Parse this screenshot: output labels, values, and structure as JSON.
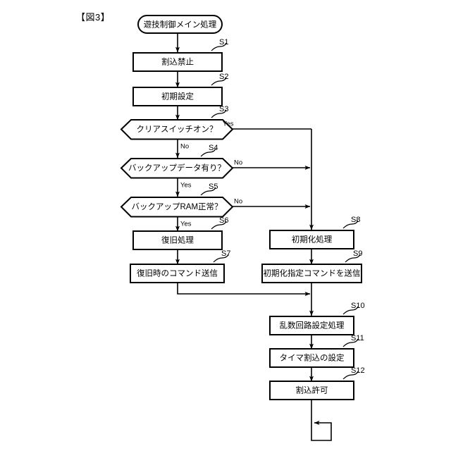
{
  "figure": {
    "title": "【図3】",
    "type": "flowchart",
    "language": "ja"
  },
  "nodes": {
    "start": {
      "label": "遊技制御メイン処理",
      "shape": "stadium",
      "step": ""
    },
    "s1": {
      "label": "割込禁止",
      "shape": "process",
      "step": "S1"
    },
    "s2": {
      "label": "初期設定",
      "shape": "process",
      "step": "S2"
    },
    "s3": {
      "label": "クリアスイッチオン？",
      "shape": "decision",
      "step": "S3"
    },
    "s4": {
      "label": "バックアップデータ有り？",
      "shape": "decision",
      "step": "S4"
    },
    "s5": {
      "label": "バックアップRAM正常？",
      "shape": "decision",
      "step": "S5"
    },
    "s6": {
      "label": "復旧処理",
      "shape": "process",
      "step": "S6"
    },
    "s7": {
      "label": "復旧時のコマンド送信",
      "shape": "process",
      "step": "S7"
    },
    "s8": {
      "label": "初期化処理",
      "shape": "process",
      "step": "S8"
    },
    "s9": {
      "label": "初期化指定コマンドを送信",
      "shape": "process",
      "step": "S9"
    },
    "s10": {
      "label": "乱数回路設定処理",
      "shape": "process",
      "step": "S10"
    },
    "s11": {
      "label": "タイマ割込の設定",
      "shape": "process",
      "step": "S11"
    },
    "s12": {
      "label": "割込許可",
      "shape": "process",
      "step": "S12"
    }
  },
  "branches": {
    "s3_yes": "Yes",
    "s3_no": "No",
    "s4_yes": "Yes",
    "s4_no": "No",
    "s5_yes": "Yes",
    "s5_no": "No"
  },
  "colors": {
    "stroke": "#000000",
    "fill": "#ffffff",
    "background": "#ffffff"
  }
}
